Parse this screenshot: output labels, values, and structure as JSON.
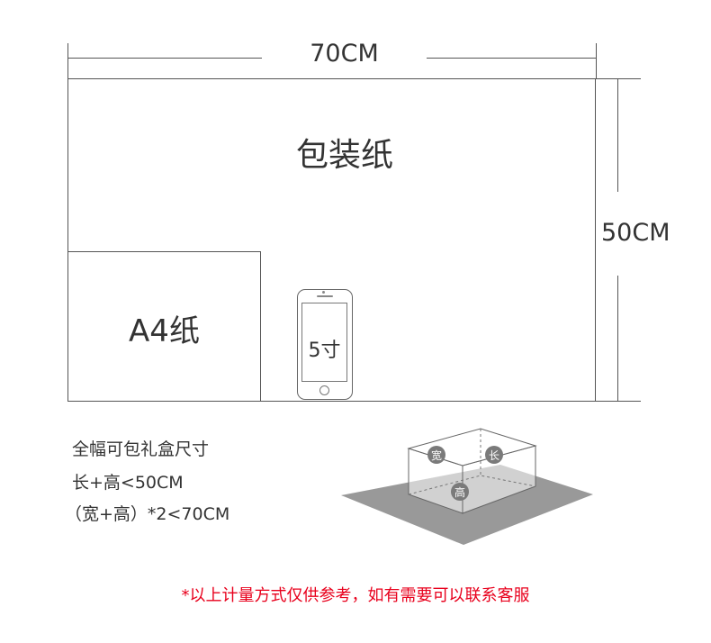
{
  "dimensions": {
    "width_label": "70CM",
    "height_label": "50CM"
  },
  "sheets": {
    "wrapping_paper_label": "包装纸",
    "a4_label": "A4纸",
    "phone_label": "5寸"
  },
  "box_info": {
    "title": "全幅可包礼盒尺寸",
    "rule1": "长+高<50CM",
    "rule2": "（宽+高）*2<70CM",
    "badge_width": "宽",
    "badge_length": "长",
    "badge_height": "高"
  },
  "notice": {
    "text": "*以上计量方式仅供参考，如有需要可以联系客服",
    "color": "#e8001c"
  }
}
